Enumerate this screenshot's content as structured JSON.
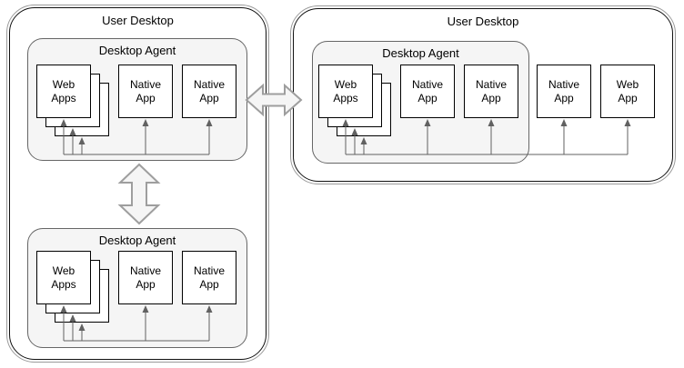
{
  "colors": {
    "background": "#ffffff",
    "desktop_border": "#111111",
    "agent_fill": "#f5f5f5",
    "agent_border": "#666666",
    "app_box_fill": "#ffffff",
    "app_box_border": "#000000",
    "connector_arrow": "#616161",
    "block_arrow_fill": "#f5f5f5",
    "block_arrow_border": "#9e9e9e"
  },
  "diagram": {
    "left_desktop": {
      "label": "User Desktop",
      "agents": [
        {
          "label": "Desktop Agent",
          "apps": [
            {
              "label": "Web Apps",
              "style": "stacked-windows"
            },
            {
              "label": "Native App"
            },
            {
              "label": "Native App"
            }
          ]
        },
        {
          "label": "Desktop Agent",
          "apps": [
            {
              "label": "Web Apps",
              "style": "stacked-windows"
            },
            {
              "label": "Native App"
            },
            {
              "label": "Native App"
            }
          ]
        }
      ]
    },
    "right_desktop": {
      "label": "User Desktop",
      "agent": {
        "label": "Desktop Agent",
        "apps": [
          {
            "label": "Web Apps",
            "style": "stacked-windows"
          },
          {
            "label": "Native App"
          },
          {
            "label": "Native App"
          }
        ]
      },
      "external_apps": [
        {
          "label": "Native App"
        },
        {
          "label": "Web App"
        }
      ]
    },
    "links": [
      {
        "type": "bidirectional-block-arrow",
        "orientation": "horizontal",
        "between": [
          "left_desktop",
          "right_desktop"
        ]
      },
      {
        "type": "bidirectional-block-arrow",
        "orientation": "vertical",
        "between": [
          "left_desktop.agents.0",
          "left_desktop.agents.1"
        ]
      },
      {
        "type": "thin-arrows",
        "description": "arrows rise from a rail at the bottom of each Desktop Agent into every app window; in the right desktop the rail extends outside the agent to the external Native App and Web App"
      }
    ]
  }
}
